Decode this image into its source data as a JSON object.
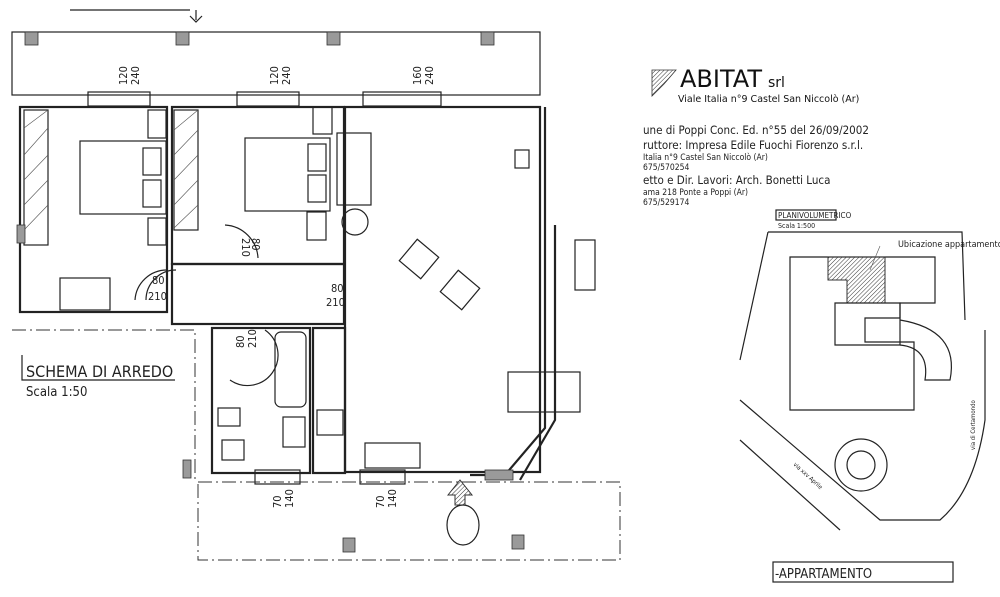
{
  "company": {
    "name": "ABITAT",
    "suffix": "srl",
    "address": "Viale Italia n°9 Castel San Niccolò (Ar)"
  },
  "info_lines": [
    "une di Poppi Conc. Ed. n°55 del 26/09/2002",
    "ruttore:  Impresa Edile  Fuochi Fiorenzo s.r.l.",
    "Italia n°9 Castel San Niccolò (Ar)",
    "675/570254",
    "etto e Dir. Lavori:  Arch. Bonetti Luca",
    "ama 218  Ponte a Poppi (Ar)",
    "675/529174"
  ],
  "floor_plan": {
    "title": "SCHEMA DI ARREDO",
    "scale": "Scala 1:50",
    "dimensions": [
      {
        "a": "120",
        "b": "240"
      },
      {
        "a": "120",
        "b": "240"
      },
      {
        "a": "160",
        "b": "240"
      },
      {
        "a": "80",
        "b": "210"
      },
      {
        "a": "80",
        "b": "210"
      },
      {
        "a": "80",
        "b": "210"
      },
      {
        "a": "80",
        "b": "210"
      },
      {
        "a": "70",
        "b": "140"
      },
      {
        "a": "70",
        "b": "140"
      }
    ]
  },
  "site_plan": {
    "title": "PLANIVOLUMETRICO",
    "scale": "Scala 1:500",
    "location_label": "Ubicazione appartamento",
    "street_1": "via xxv Aprile",
    "street_2": "via di Certamondo"
  },
  "footer_label": "-APPARTAMENTO"
}
